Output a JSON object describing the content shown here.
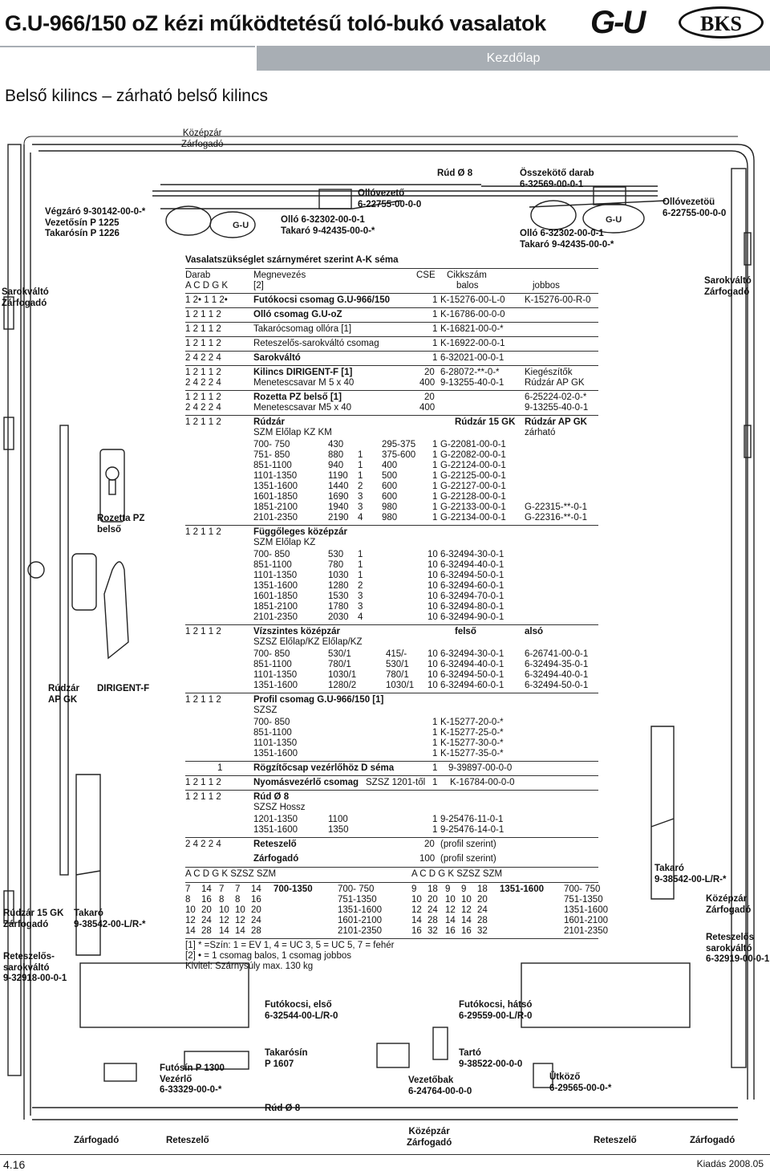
{
  "header": {
    "title": "G.U-966/150 oZ kézi működtetésű toló-bukó vasalatok",
    "nav_link": "Kezdőlap",
    "subtitle": "Belső kilincs – zárható belső kilincs",
    "logo_gu": "G-U",
    "logo_bks": "BKS"
  },
  "labels": {
    "kozepzar_top": "Középzár\nZárfogadó",
    "vegzaro": "Végzáró 9-30142-00-0-*\nVezetősín P 1225\nTakarósín P 1226",
    "ollovezeto_mid": "Ollóvezető\n6-22755-00-0-0",
    "ollo_mid": "Olló 6-32302-00-0-1\nTakaró 9-42435-00-0-*",
    "rud8_top": "Rúd Ø 8",
    "osszekoto": "Összekötő darab\n6-32569-00-0-1",
    "ollo_right": "Olló 6-32302-00-0-1\nTakaró 9-42435-00-0-*",
    "ollovezeto_right": "Ollóvezetöü\n6-22755-00-0-0",
    "sarokvalto_left": "Sarokváltó\nZárfogadó",
    "sarokvalto_right": "Sarokváltó\nZárfogadó",
    "rozetta": "Rozetta PZ\nbelső",
    "rudzar_ap": "Rúdzár\nAP GK",
    "dirigent": "DIRIGENT-F",
    "rudzar15": "Rúdzár 15 GK\nZárfogadó",
    "takaro_left": "Takaró\n9-38542-00-L/R-*",
    "reteszelos_left": "Reteszelős-\nsarokváltó\n9-32918-00-0-1",
    "takaro_right": "Takaró\n9-38542-00-L/R-*",
    "kozepzar_right": "Középzár\nZárfogadó",
    "reteszelos_right": "Reteszelős\nsarokváltó\n6-32919-00-0-1",
    "futokocsi_elso": "Futókocsi, első\n6-32544-00-L/R-0",
    "futokocsi_hatso": "Futókocsi, hátsó\n6-29559-00-L/R-0",
    "takarosin": "Takarósín\nP 1607",
    "tarto": "Tartó\n9-38522-00-0-0",
    "futosin": "Futósín P 1300\nVezérlő\n6-33329-00-0-*",
    "vezetobak": "Vezetőbak\n6-24764-00-0-0",
    "utkozo": "Ütköző\n6-29565-00-0-*",
    "rud8_bottom": "Rúd Ø 8",
    "b_zarfogado1": "Zárfogadó",
    "b_retesz1": "Reteszelő",
    "b_kozepzar": "Középzár\nZárfogadó",
    "b_retesz2": "Reteszelő",
    "b_zarfogado2": "Zárfogadó"
  },
  "table": {
    "heading": "Vasalatszükséglet szárnyméret szerint A-K séma",
    "col_darab": "Darab",
    "col_megnevezes": "Megnevezés",
    "col_cse": "CSE",
    "col_cikkszam": "Cikkszám",
    "col_letters": "A   C   D   G   K",
    "col_note": "[2]",
    "col_balos": "balos",
    "col_jobbos": "jobbos",
    "rows": [
      {
        "q": "1  2•  1   1  2•",
        "n": "Futókocsi csomag G.U-966/150",
        "cse": "1",
        "b": "K-15276-00-L-0",
        "j": "K-15276-00-R-0",
        "bold": true
      },
      {
        "q": "1   2   1   1   2",
        "n": "Olló  csomag G.U-oZ",
        "cse": "1",
        "b": "K-16786-00-0-0",
        "j": "",
        "bold": true
      },
      {
        "q": "1   2   1   1   2",
        "n": "Takarócsomag ollóra              [1]",
        "cse": "1",
        "b": "K-16821-00-0-*",
        "j": "",
        "bold": false
      },
      {
        "q": "1   2   1   1   2",
        "n": "Reteszelős-sarokváltó csomag",
        "cse": "1",
        "b": "K-16922-00-0-1",
        "j": "",
        "bold": false
      },
      {
        "q": "2   4   2   2   4",
        "n": "Sarokváltó",
        "cse": "1",
        "b": "6-32021-00-0-1",
        "j": "",
        "bold": true
      }
    ],
    "kilincs": [
      {
        "q": "1   2   1   1   2",
        "n": "Kilincs DIRIGENT-F  [1]",
        "cse": "20",
        "b": "6-28072-**-0-*",
        "j": "Kiegészítők"
      },
      {
        "q": "2   4   2   2   4",
        "n": "Menetescsavar M 5 x 40",
        "cse": "400",
        "b": "9-13255-40-0-1",
        "j": "Rúdzár AP GK"
      },
      {
        "q": "1   2   1   1   2",
        "n": "Rozetta PZ belső [1]",
        "cse": "20",
        "b": "",
        "j": "6-25224-02-0-*"
      },
      {
        "q": "2   4   2   2   4",
        "n": "Menetescsavar M5 x 40",
        "cse": "400",
        "b": "",
        "j": "9-13255-40-0-1"
      }
    ],
    "rudzar": {
      "q": "1   2   1   1   2",
      "n": "Rúdzár",
      "h15": "Rúdzár 15 GK",
      "hap": "Rúdzár AP GK",
      "zarhato": "zárható",
      "hdr": "SZM          Előlap   KZ    KM",
      "rows": [
        [
          "700- 750",
          "430",
          "",
          "295-375",
          "1",
          "G-22081-00-0-1",
          ""
        ],
        [
          "751- 850",
          "880",
          "1",
          "375-600",
          "1",
          "G-22082-00-0-1",
          ""
        ],
        [
          "851-1100",
          "940",
          "1",
          "400",
          "1",
          "G-22124-00-0-1",
          ""
        ],
        [
          "1101-1350",
          "1190",
          "1",
          "500",
          "1",
          "G-22125-00-0-1",
          ""
        ],
        [
          "1351-1600",
          "1440",
          "2",
          "600",
          "1",
          "G-22127-00-0-1",
          ""
        ],
        [
          "1601-1850",
          "1690",
          "3",
          "600",
          "1",
          "G-22128-00-0-1",
          ""
        ],
        [
          "1851-2100",
          "1940",
          "3",
          "980",
          "1",
          "G-22133-00-0-1",
          "G-22315-**-0-1"
        ],
        [
          "2101-2350",
          "2190",
          "4",
          "980",
          "1",
          "G-22134-00-0-1",
          "G-22316-**-0-1"
        ]
      ]
    },
    "fugg": {
      "q": "1   2   1   1   2",
      "n": "Függőleges középzár",
      "hdr": "SZM          Előlap   KZ",
      "rows": [
        [
          "700- 850",
          "530",
          "1",
          "10",
          "6-32494-30-0-1"
        ],
        [
          "851-1100",
          "780",
          "1",
          "10",
          "6-32494-40-0-1"
        ],
        [
          "1101-1350",
          "1030",
          "1",
          "10",
          "6-32494-50-0-1"
        ],
        [
          "1351-1600",
          "1280",
          "2",
          "10",
          "6-32494-60-0-1"
        ],
        [
          "1601-1850",
          "1530",
          "3",
          "10",
          "6-32494-70-0-1"
        ],
        [
          "1851-2100",
          "1780",
          "3",
          "10",
          "6-32494-80-0-1"
        ],
        [
          "2101-2350",
          "2030",
          "4",
          "10",
          "6-32494-90-0-1"
        ]
      ]
    },
    "vizsz": {
      "q": "1   2   1   1   2",
      "n": "Vízszintes középzár",
      "felso": "felső",
      "also": "alsó",
      "hdr": "SZSZ         Előlap/KZ    Előlap/KZ",
      "rows": [
        [
          "700- 850",
          "530/1",
          "415/-",
          "10",
          "6-32494-30-0-1",
          "6-26741-00-0-1"
        ],
        [
          "851-1100",
          "780/1",
          "530/1",
          "10",
          "6-32494-40-0-1",
          "6-32494-35-0-1"
        ],
        [
          "1101-1350",
          "1030/1",
          "780/1",
          "10",
          "6-32494-50-0-1",
          "6-32494-40-0-1"
        ],
        [
          "1351-1600",
          "1280/2",
          "1030/1",
          "10",
          "6-32494-60-0-1",
          "6-32494-50-0-1"
        ]
      ]
    },
    "profil": {
      "q": "1   2   1   1   2",
      "n": "Profil csomag G.U-966/150 [1]",
      "hdr": "SZSZ",
      "rows": [
        [
          "700- 850",
          "1",
          "K-15277-20-0-*"
        ],
        [
          "851-1100",
          "1",
          "K-15277-25-0-*"
        ],
        [
          "1101-1350",
          "1",
          "K-15277-30-0-*"
        ],
        [
          "1351-1600",
          "1",
          "K-15277-35-0-*"
        ]
      ]
    },
    "rogzito": {
      "q": "1",
      "n": "Rögzítőcsap vezérlőhöz D séma",
      "cse": "1",
      "b": "9-39897-00-0-0"
    },
    "nyomas": {
      "q": "1   2   1   1   2",
      "n": "Nyomásvezérlő csomag",
      "extra": "SZSZ 1201-től",
      "cse": "1",
      "b": "K-16784-00-0-0"
    },
    "rud8": {
      "q": "1   2   1   1   2",
      "n": "Rúd  Ø 8",
      "hdr": "SZSZ          Hossz",
      "rows": [
        [
          "1201-1350",
          "1100",
          "1",
          "9-25476-11-0-1"
        ],
        [
          "1351-1600",
          "1350",
          "1",
          "9-25476-14-0-1"
        ]
      ]
    },
    "retesz": {
      "q": "2   4   2   2   4",
      "n": "Reteszelő",
      "cse": "20",
      "b": "(profil szerint)",
      "n2": "Zárfogadó",
      "cse2": "100",
      "b2": "(profil szerint)"
    },
    "akg_hdr_l": "A    C    D    G    K       SZSZ            SZM",
    "akg_hdr_r": "A    C    D    G    K       SZSZ            SZM",
    "akg_l": [
      [
        "7",
        "14",
        "7",
        "7",
        "14",
        "700-1350",
        "700- 750"
      ],
      [
        "8",
        "16",
        "8",
        "8",
        "16",
        "",
        "751-1350"
      ],
      [
        "10",
        "20",
        "10",
        "10",
        "20",
        "",
        "1351-1600"
      ],
      [
        "12",
        "24",
        "12",
        "12",
        "24",
        "",
        "1601-2100"
      ],
      [
        "14",
        "28",
        "14",
        "14",
        "28",
        "",
        "2101-2350"
      ]
    ],
    "akg_r": [
      [
        "9",
        "18",
        "9",
        "9",
        "18",
        "1351-1600",
        "700- 750"
      ],
      [
        "10",
        "20",
        "10",
        "10",
        "20",
        "",
        "751-1350"
      ],
      [
        "12",
        "24",
        "12",
        "12",
        "24",
        "",
        "1351-1600"
      ],
      [
        "14",
        "28",
        "14",
        "14",
        "28",
        "",
        "1601-2100"
      ],
      [
        "16",
        "32",
        "16",
        "16",
        "32",
        "",
        "2101-2350"
      ]
    ],
    "notes": [
      "[1]  *  =Szín: 1 = EV 1, 4 = UC 3, 5 = UC 5, 7 = fehér",
      "[2]  •  =  1 csomag balos, 1 csomag jobbos",
      "Kivitel: Szárnysúly max. 130 kg"
    ]
  },
  "footer": {
    "page": "4.16",
    "issue": "Kiadás 2008.05"
  }
}
